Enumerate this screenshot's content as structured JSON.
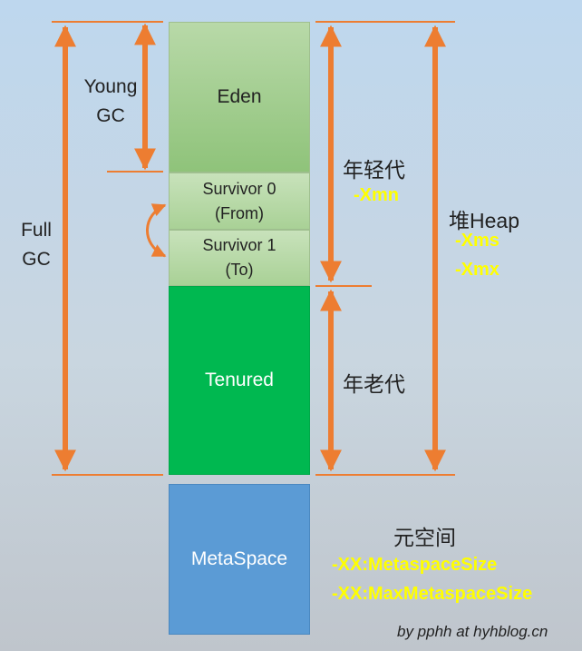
{
  "regions": {
    "eden": "Eden",
    "survivor0": [
      "Survivor 0",
      "(From)"
    ],
    "survivor1": [
      "Survivor 1",
      "(To)"
    ],
    "tenured": "Tenured",
    "metaspace": "MetaSpace"
  },
  "labels": {
    "young_gc": [
      "Young",
      "GC"
    ],
    "full_gc": [
      "Full",
      "GC"
    ],
    "young_gen": "年轻代",
    "old_gen": "年老代",
    "heap": "堆Heap",
    "metaspace_cn": "元空间"
  },
  "params": {
    "xmn": "-Xmn",
    "xms": "-Xms",
    "xmx": "-Xmx",
    "metaspace_size": "-XX:MetaspaceSize",
    "max_metaspace_size": "-XX:MaxMetaspaceSize"
  },
  "credit": "by pphh at hyhblog.cn",
  "colors": {
    "arrow": "#ed7d31",
    "param_text": "#ffff00",
    "tenured": "#00b850",
    "metaspace": "#5b9bd5"
  }
}
